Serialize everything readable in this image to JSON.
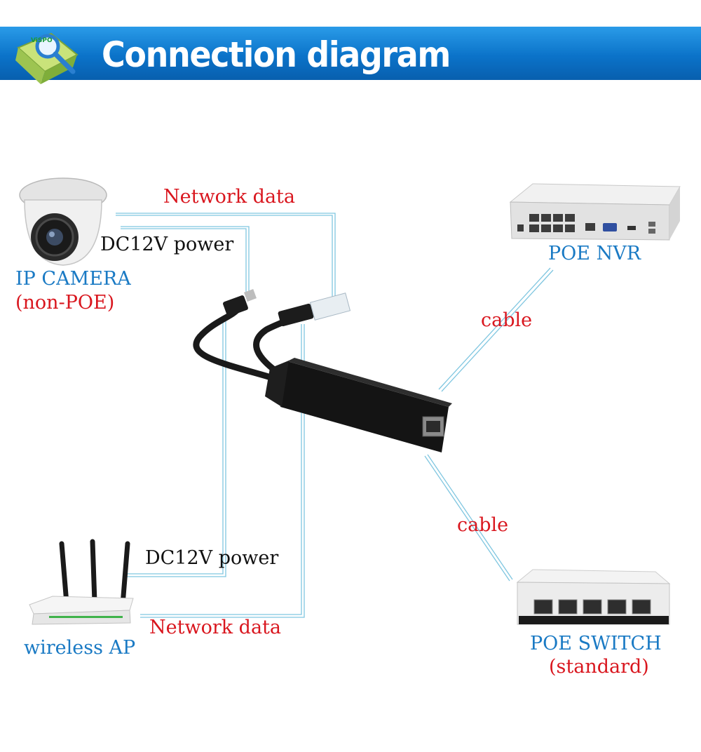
{
  "header": {
    "title": "Connection diagram",
    "logo_text": "ViSPO",
    "banner_color": "#0b73c9"
  },
  "devices": {
    "ip_camera": {
      "name": "IP CAMERA",
      "note": "(non-POE)"
    },
    "poe_nvr": {
      "name": "POE NVR"
    },
    "poe_switch": {
      "name": "POE SWITCH",
      "note": "(standard)"
    },
    "wireless_ap": {
      "name": "wireless AP"
    }
  },
  "links": {
    "camera_network": "Network data",
    "camera_power": "DC12V power",
    "ap_power": "DC12V power",
    "ap_network": "Network data",
    "nvr_cable": "cable",
    "switch_cable": "cable"
  },
  "colors": {
    "data_label": "#d9161e",
    "power_label": "#111111",
    "device_label": "#1a7ac4",
    "connector_line": "#7fc6e0"
  }
}
